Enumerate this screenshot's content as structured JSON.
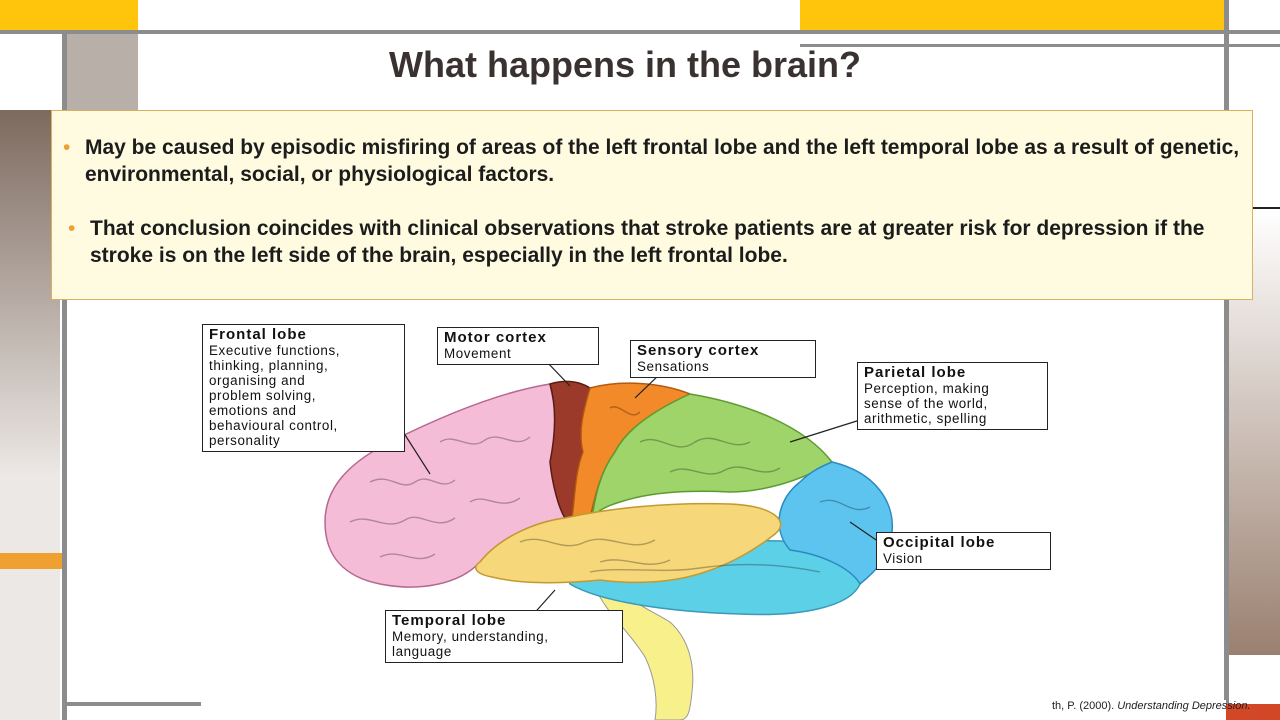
{
  "slide": {
    "title": "What happens in the brain?",
    "bullets": [
      "May be caused by episodic misfiring of areas of the left frontal lobe and the left temporal lobe as a result of genetic, environmental, social, or physiological factors.",
      "That conclusion coincides with clinical observations that stroke patients are at greater risk for depression if the stroke is on the left side of the brain, especially in the left frontal lobe."
    ],
    "bullet_symbol": "•",
    "citation_prefix": "th, P. (2000). ",
    "citation_title": "Understanding Depression."
  },
  "figure": {
    "labels": {
      "frontal": {
        "title": "Frontal lobe",
        "desc": "Executive functions,\nthinking, planning,\norganising and\nproblem solving,\nemotions and\nbehavioural control,\npersonality"
      },
      "motor": {
        "title": "Motor cortex",
        "desc": "Movement"
      },
      "sensory": {
        "title": "Sensory cortex",
        "desc": "Sensations"
      },
      "parietal": {
        "title": "Parietal lobe",
        "desc": "Perception, making\nsense of the world,\narithmetic, spelling"
      },
      "occipital": {
        "title": "Occipital lobe",
        "desc": "Vision"
      },
      "temporal": {
        "title": "Temporal lobe",
        "desc": "Memory, understanding,\nlanguage"
      }
    },
    "colors": {
      "frontal": "#f4bcd6",
      "motor": "#9b3a2a",
      "sensory": "#f28a2a",
      "parietal": "#9ed46a",
      "occipital": "#5cc4ee",
      "temporal": "#f6d77a",
      "cerebellum": "#5cd0e6",
      "brainstem": "#f8f08a",
      "accent": "#ffc40c",
      "bullet": "#f0a030"
    }
  }
}
